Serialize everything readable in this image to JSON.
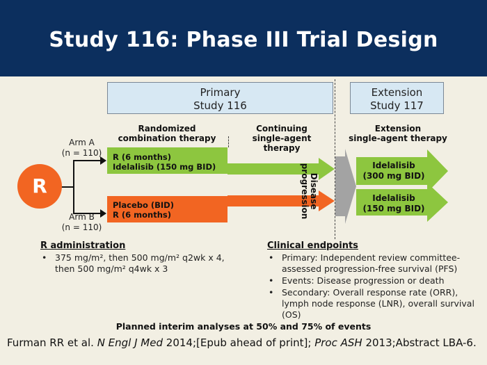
{
  "title": "Study 116: Phase III Trial Design",
  "boxes": {
    "primary_line1": "Primary",
    "primary_line2": "Study 116",
    "extension_line1": "Extension",
    "extension_line2": "Study 117"
  },
  "phases": {
    "randomized_line1": "Randomized",
    "randomized_line2": "combination therapy",
    "continuing_line1": "Continuing",
    "continuing_line2": "single-agent",
    "continuing_line3": "therapy",
    "extension_line1": "Extension",
    "extension_line2": "single-agent therapy"
  },
  "arms": {
    "a_label": "Arm A",
    "a_n": "(n = 110)",
    "b_label": "Arm B",
    "b_n": "(n = 110)",
    "a_line1": "R (6 months)",
    "a_line2": "Idelalisib (150 mg BID)",
    "b_line1": "Placebo (BID)",
    "b_line2": "R (6 months)"
  },
  "randomize_symbol": "R",
  "disease_progression_line1": "Disease",
  "disease_progression_line2": "progression",
  "extension_arms": {
    "upper_line1": "Idelalisib",
    "upper_line2": "(300 mg BID)",
    "lower_line1": "Idelalisib",
    "lower_line2": "(150 mg BID)"
  },
  "r_admin": {
    "heading": "R administration",
    "bullets": [
      "375 mg/m², then 500 mg/m² q2wk x 4, then 500 mg/m² q4wk x 3"
    ]
  },
  "endpoints": {
    "heading": "Clinical endpoints",
    "bullets": [
      "Primary: Independent review committee-assessed progression-free survival (PFS)",
      "Events: Disease progression or death",
      "Secondary: Overall response rate (ORR), lymph node response (LNR), overall survival (OS)"
    ]
  },
  "bullet_glyph": "•",
  "planned": "Planned interim analyses at 50% and 75% of events",
  "citation": {
    "part1": "Furman RR et al. ",
    "journal1": "N Engl J Med",
    "part2": " 2014;[Epub ahead of print]; ",
    "journal2": "Proc ASH",
    "part3": " 2013;Abstract LBA-6."
  },
  "colors": {
    "header": "#0c2f5e",
    "background": "#f2efe3",
    "arm_a": "#8dc63f",
    "arm_b": "#f26522",
    "progression": "#a3a3a3",
    "box": "#d7e8f3"
  }
}
